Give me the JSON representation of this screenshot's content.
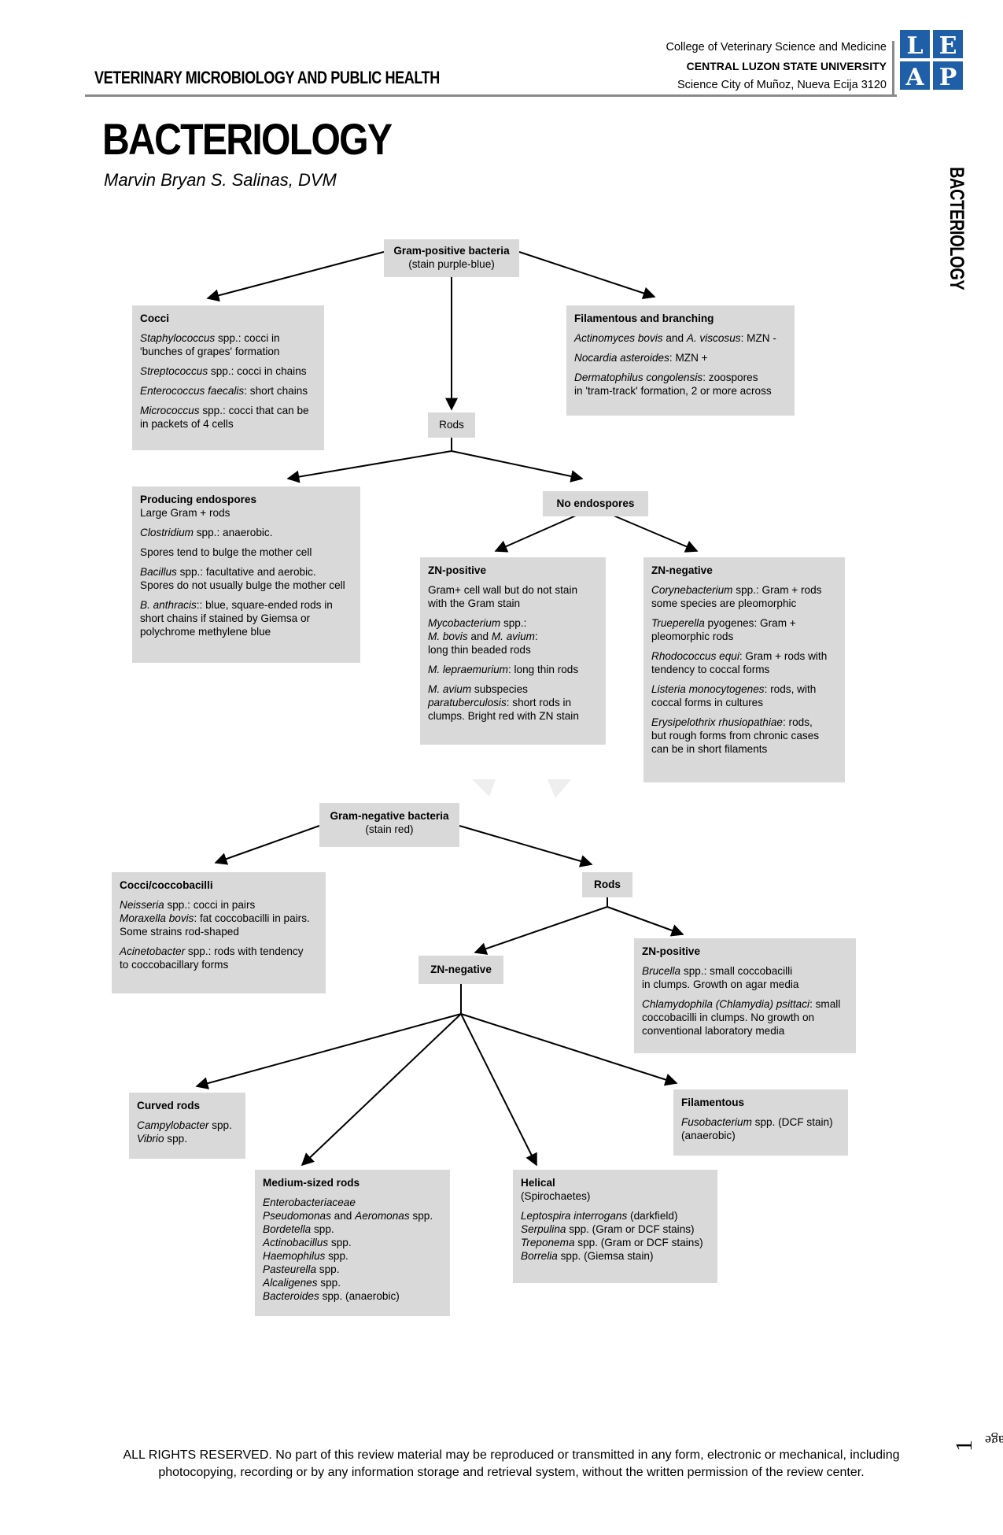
{
  "header": {
    "title": "VETERINARY MICROBIOLOGY AND PUBLIC HEALTH",
    "college": "College of Veterinary Science and Medicine",
    "university": "CENTRAL LUZON STATE UNIVERSITY",
    "address": "Science City of Muñoz, Nueva Ecija 3120",
    "logo_letters": [
      "L",
      "E",
      "A",
      "P"
    ]
  },
  "doc": {
    "title": "BACTERIOLOGY",
    "author": "Marvin Bryan S. Salinas, DVM",
    "side_tab": "BACTERIOLOGY"
  },
  "gp": {
    "root": {
      "title": "Gram-positive bacteria",
      "sub": "(stain purple-blue)"
    },
    "cocci": {
      "title": "Cocci",
      "i1": "Staphylococcus",
      "t1": " spp.: cocci in",
      "t1b": "'bunches of grapes' formation",
      "i2": "Streptococcus",
      "t2": " spp.: cocci in chains",
      "i3": "Enterococcus faecalis",
      "t3": ": short chains",
      "i4": "Micrococcus",
      "t4": " spp.: cocci that can be",
      "t4b": "in packets of 4 cells"
    },
    "filamentous": {
      "title": "Filamentous and branching",
      "i1": "Actinomyces bovis",
      "t1": " and ",
      "i1b": "A. viscosus",
      "t1b": ": MZN -",
      "i2": "Nocardia asteroides",
      "t2": ": MZN +",
      "i3": "Dermatophilus congolensis",
      "t3": ": zoospores",
      "t3b": "in 'tram-track' formation, 2 or more across"
    },
    "rods": "Rods",
    "spores": {
      "title": "Producing endospores",
      "l1": "Large Gram + rods",
      "i2": "Clostridium",
      "t2": " spp.: anaerobic.",
      "l3": "Spores tend to bulge the mother cell",
      "i4": "Bacillus",
      "t4": " spp.: facultative and aerobic.",
      "t4b": "Spores do not usually bulge the mother cell",
      "i5": "B. anthracis",
      "t5": ":: blue, square-ended rods in",
      "t5b": "short chains if stained by Giemsa or",
      "t5c": "polychrome methylene blue"
    },
    "no_spores": "No endospores",
    "zn_pos": {
      "title": "ZN-positive",
      "l1": "Gram+ cell wall but do not stain",
      "l1b": "with the Gram stain",
      "i2": "Mycobacterium",
      "t2": " spp.:",
      "i2b": "M. bovis",
      "t2b": " and ",
      "i2c": "M. avium",
      "t2c": ":",
      "l2d": "long thin beaded rods",
      "i3": "M. lepraemurium",
      "t3": ": long thin rods",
      "i4": "M. avium",
      "t4": " subspecies",
      "i4b": "paratuberculosis",
      "t4b": ": short rods in",
      "l4c": "clumps. Bright red with ZN stain"
    },
    "zn_neg": {
      "title": "ZN-negative",
      "i1": "Corynebacterium",
      "t1": " spp.: Gram + rods",
      "l1b": "some species are pleomorphic",
      "i2": "Trueperella",
      "t2": " pyogenes: Gram +",
      "l2b": "pleomorphic rods",
      "i3": "Rhodococcus equi",
      "t3": ": Gram + rods with",
      "l3b": "tendency to coccal forms",
      "i4": "Listeria monocytogenes",
      "t4": ": rods, with",
      "l4b": "coccal forms in cultures",
      "i5": "Erysipelothrix rhusiopathiae",
      "t5": ": rods,",
      "l5b": "but rough forms from chronic cases",
      "l5c": "can be in short filaments"
    }
  },
  "gn": {
    "root": {
      "title": "Gram-negative bacteria",
      "sub": "(stain red)"
    },
    "cocci": {
      "title": "Cocci/coccobacilli",
      "i1": "Neisseria",
      "t1": " spp.: cocci in pairs",
      "i2": "Moraxella bovis",
      "t2": ": fat coccobacilli in pairs.",
      "l2b": "Some strains rod-shaped",
      "i3": "Acinetobacter",
      "t3": " spp.: rods with tendency",
      "l3b": "to coccobacillary forms"
    },
    "rods": "Rods",
    "zn_neg": "ZN-negative",
    "zn_pos": {
      "title": "ZN-positive",
      "i1": "Brucella",
      "t1": " spp.: small coccobacilli",
      "l1b": "in clumps. Growth on agar media",
      "i2": "Chlamydophila (Chlamydia) psittaci",
      "t2": ": small",
      "l2b": "coccobacilli in clumps. No growth on",
      "l2c": "conventional laboratory media"
    },
    "curved": {
      "title": "Curved rods",
      "i1": "Campylobacter",
      "t1": " spp.",
      "i2": "Vibrio",
      "t2": " spp."
    },
    "filamentous": {
      "title": "Filamentous",
      "i1": "Fusobacterium",
      "t1": " spp. (DCF stain)",
      "l1b": "(anaerobic)"
    },
    "medium": {
      "title": "Medium-sized rods",
      "i1": "Enterobacteriaceae",
      "i2": "Pseudomonas",
      "t2": " and ",
      "i2b": "Aeromonas",
      "t2b": " spp.",
      "i3": "Bordetella",
      "t3": " spp.",
      "i4": "Actinobacillus",
      "t4": " spp.",
      "i5": "Haemophilus",
      "t5": " spp.",
      "i6": "Pasteurella",
      "t6": " spp.",
      "i7": "Alcaligenes",
      "t7": " spp.",
      "i8": "Bacteroides",
      "t8": " spp. (anaerobic)"
    },
    "helical": {
      "title": "Helical",
      "sub": "(Spirochaetes)",
      "i1": "Leptospira interrogans",
      "t1": " (darkfield)",
      "i2": "Serpulina",
      "t2": " spp. (Gram or DCF stains)",
      "i3": "Treponema",
      "t3": " spp. (Gram or DCF stains)",
      "i4": "Borrelia",
      "t4": " spp. (Giemsa stain)"
    }
  },
  "page": {
    "label": "Page",
    "number": "1"
  },
  "footer": {
    "line1": "ALL RIGHTS RESERVED. No part of this review material may be reproduced or transmitted in any form, electronic or mechanical, including",
    "line2": "photocopying, recording or by any information storage and retrieval system, without the written permission of the review center."
  }
}
